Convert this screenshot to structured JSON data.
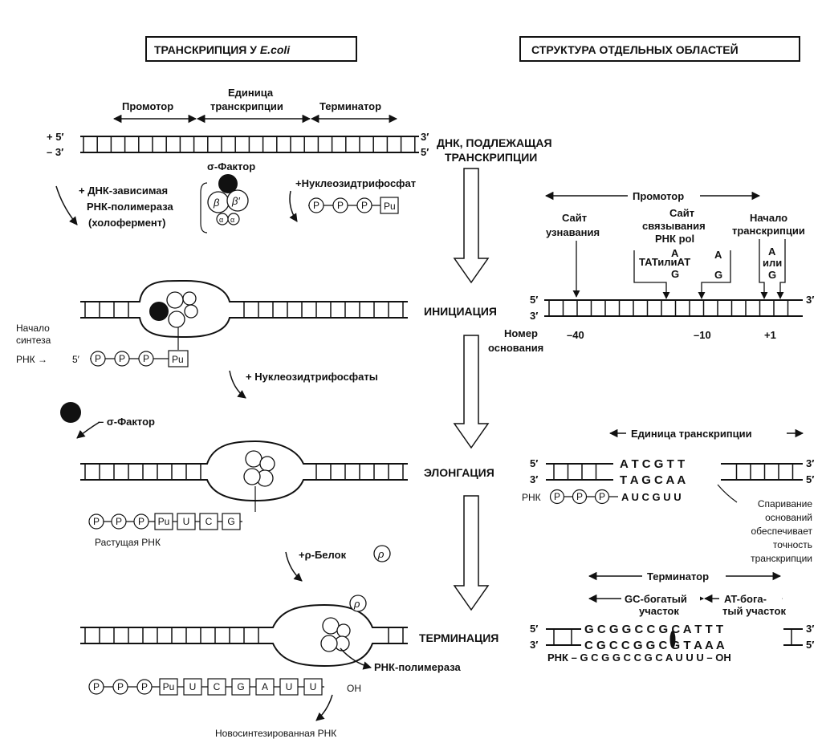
{
  "titles": {
    "left": "ТРАНСКРИПЦИЯ У ",
    "left_italic": "E.coli",
    "right": "СТРУКТУРА ОТДЕЛЬНЫХ ОБЛАСТЕЙ"
  },
  "top": {
    "promoter": "Промотор",
    "unit_line1": "Единица",
    "unit_line2": "транскрипции",
    "terminator": "Терминатор",
    "plus5": "+ 5′",
    "minus3": "– 3′",
    "end3": "3′",
    "end5": "5′",
    "dna_line1": "ДНК, ПОДЛЕЖАЩАЯ",
    "dna_line2": "ТРАНСКРИПЦИИ"
  },
  "holoenzyme": {
    "sigma": "σ-Фактор",
    "line1": "+ ДНК-зависимая",
    "line2": "РНК-полимераза",
    "line3": "(холофермент)",
    "beta": "β",
    "beta_prime": "β′",
    "alpha": "α",
    "ntp": "+Нуклеозидтрифосфат",
    "p": "P",
    "pu": "Pu"
  },
  "stages": {
    "initiation": "ИНИЦИАЦИЯ",
    "elongation": "ЭЛОНГАЦИЯ",
    "termination": "ТЕРМИНАЦИЯ"
  },
  "initiation": {
    "start_line1": "Начало",
    "start_line2": "синтеза",
    "rna": "РНК →",
    "five": "5′"
  },
  "between": {
    "ntps": "+ Нуклеозидтрифосфаты",
    "minus_sigma": "– σ-Фактор",
    "rho": "+ρ-Белок",
    "rho_sym": "ρ"
  },
  "elongation": {
    "chain": [
      "P",
      "P",
      "P",
      "Pu",
      "U",
      "C",
      "G"
    ],
    "growing": "Растущая РНК"
  },
  "termination": {
    "rnapol": "РНК-полимераза",
    "chain": [
      "P",
      "P",
      "P",
      "Pu",
      "U",
      "C",
      "G",
      "A",
      "U",
      "U"
    ],
    "oh": "OH",
    "new_rna": "Новосинтезированная РНК"
  },
  "promoter_detail": {
    "promoter": "Промотор",
    "rec_line1": "Сайт",
    "rec_line2": "узнавания",
    "bind_line1": "Сайт",
    "bind_line2": "связывания",
    "bind_line3": "РНК pol",
    "start_line1": "Начало",
    "start_line2": "транскрипции",
    "tata": "ТАТилиАТ",
    "a1": "A",
    "g1": "G",
    "a2": "A",
    "g2": "G",
    "a3": "A",
    "ili": "или",
    "g3": "G",
    "five": "5′",
    "three_a": "3′",
    "three_b": "3′",
    "num_line1": "Номер",
    "num_line2": "основания",
    "n40": "–40",
    "n10": "–10",
    "n1": "+1"
  },
  "unit_detail": {
    "unit": "Единица транскрипции",
    "five_l": "5′",
    "three_l": "3′",
    "three_r": "3′",
    "five_r": "5′",
    "top_seq": "A T C G T T",
    "bot_seq": "T A G C A A",
    "rna_label": "РНК",
    "rna_seq": "A U C G U U",
    "pairing": [
      "Спаривание",
      "оснований",
      "обеспечивает",
      "точность",
      "транскрипции"
    ]
  },
  "term_detail": {
    "terminator": "Терминатор",
    "gc_line1": "GC-богатый",
    "gc_line2": "участок",
    "at_line1": "AT-бога-",
    "at_line2": "тый участок",
    "five_l": "5′",
    "three_l": "3′",
    "three_r": "3′",
    "five_r": "5′",
    "top_seq": "G C G G C C G C A T T T",
    "bot_seq": "C G C C G G C G T A A A",
    "rna_seq": "РНК – G C G G C C G C A U U U – OH"
  }
}
